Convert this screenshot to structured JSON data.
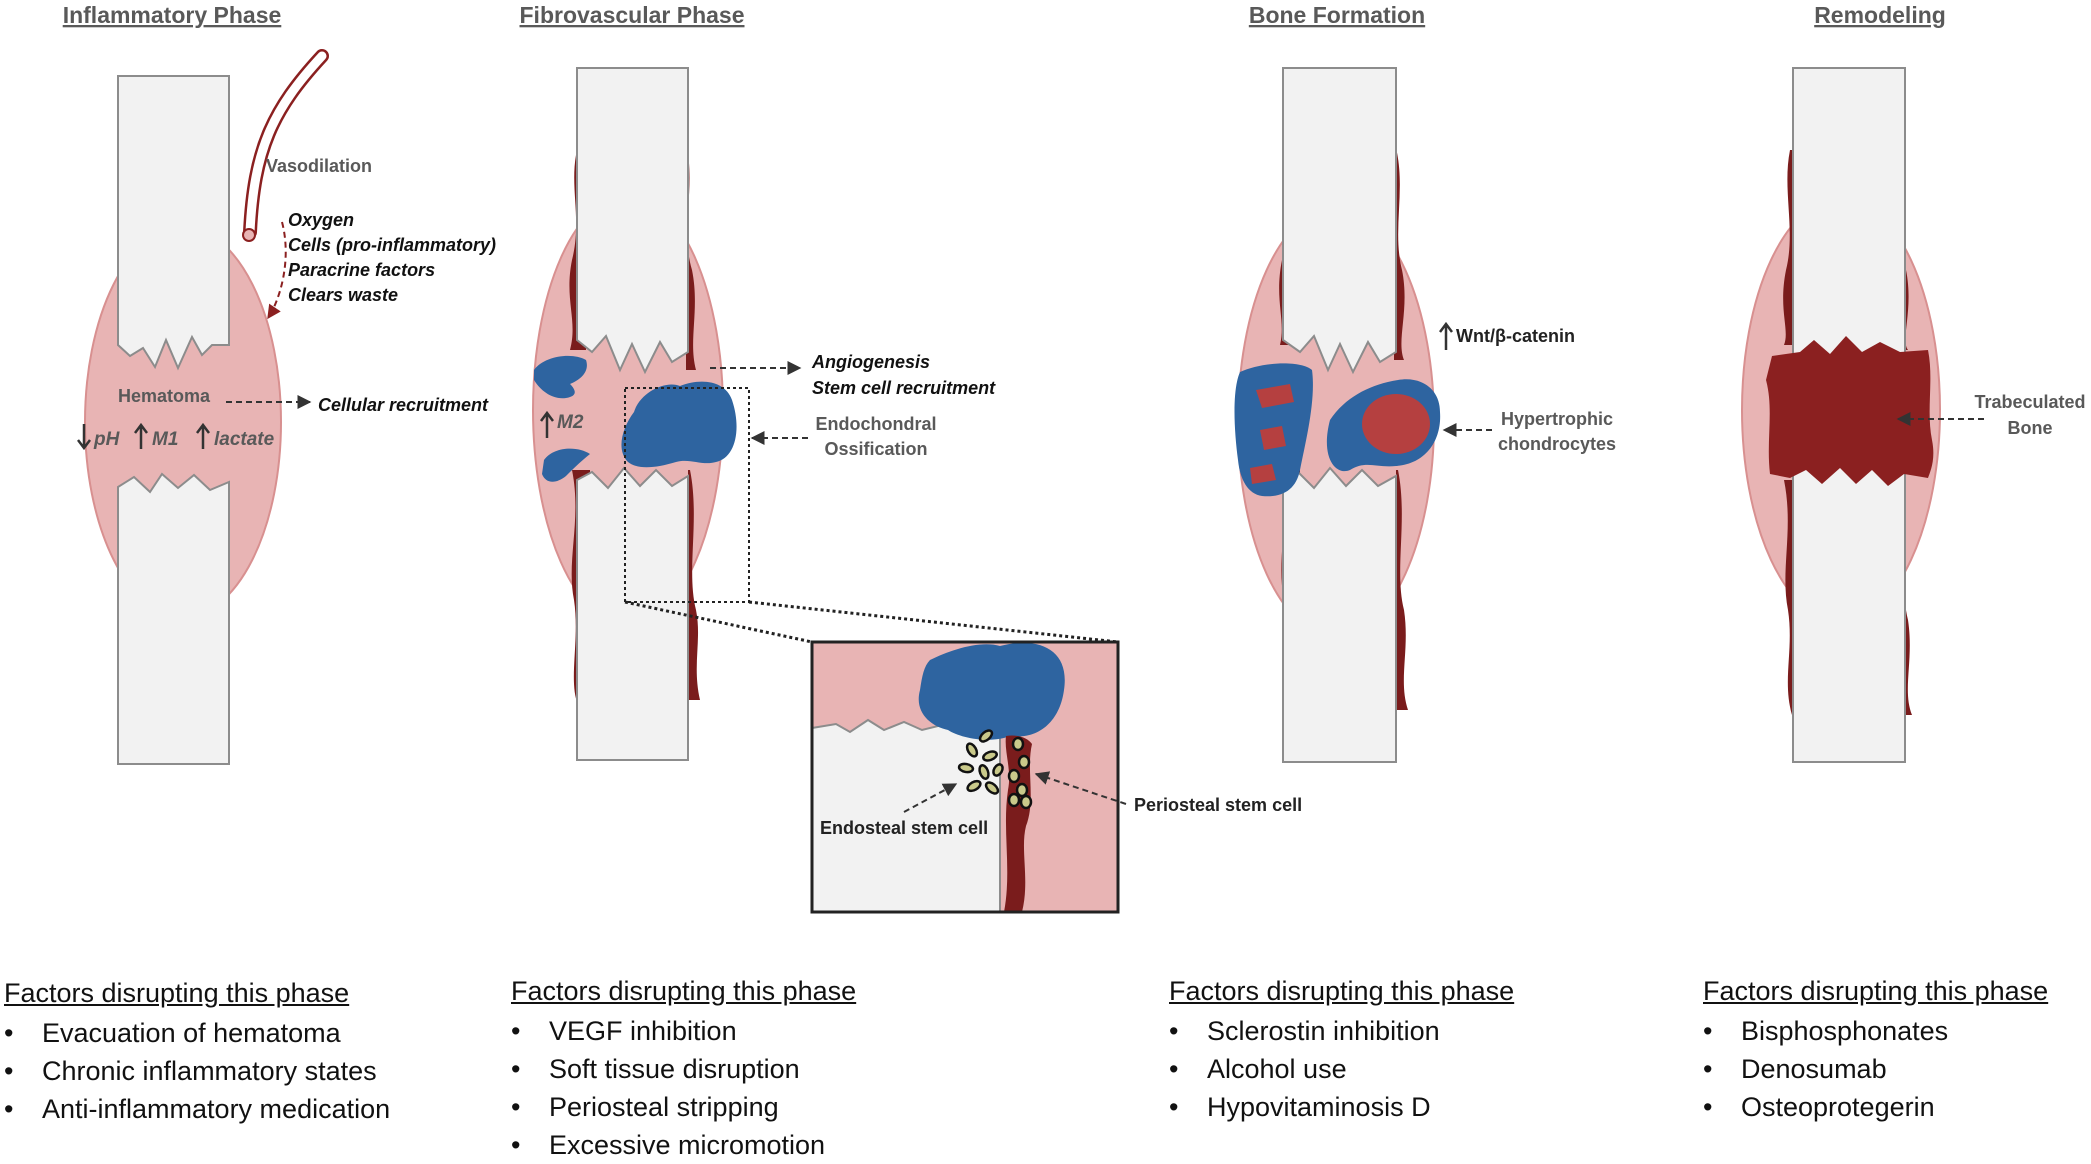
{
  "panels": [
    {
      "title": "Inflammatory Phase"
    },
    {
      "title": "Fibrovascular Phase"
    },
    {
      "title": "Bone Formation"
    },
    {
      "title": "Remodeling"
    }
  ],
  "inflammatory": {
    "vasodilation": "Vasodilation",
    "effects": [
      "Oxygen",
      "Cells (pro-inflammatory)",
      "Paracrine factors",
      "Clears waste"
    ],
    "hematoma": "Hematoma",
    "cellular_recruitment": "Cellular recruitment",
    "ph": "pH",
    "m1": "M1",
    "lactate": "lactate"
  },
  "fibrovascular": {
    "m2": "M2",
    "angiogenesis": "Angiogenesis",
    "stem_cell_recruitment": "Stem cell recruitment",
    "endochondral_line1": "Endochondral",
    "endochondral_line2": "Ossification",
    "endosteal": "Endosteal stem cell",
    "periosteal": "Periosteal stem cell"
  },
  "bone_formation": {
    "wnt": "Wnt/β-catenin",
    "hypertrophic_line1": "Hypertrophic",
    "hypertrophic_line2": "chondrocytes"
  },
  "remodeling": {
    "trabeculated_line1": "Trabeculated",
    "trabeculated_line2": "Bone"
  },
  "factors": [
    {
      "heading": "Factors disrupting this phase",
      "items": [
        "Evacuation of hematoma",
        "Chronic inflammatory states",
        "Anti-inflammatory medication"
      ]
    },
    {
      "heading": "Factors disrupting this phase",
      "items": [
        "VEGF inhibition",
        "Soft tissue disruption",
        "Periosteal stripping",
        "Excessive micromotion"
      ]
    },
    {
      "heading": "Factors disrupting this phase",
      "items": [
        "Sclerostin inhibition",
        "Alcohol use",
        "Hypovitaminosis D"
      ]
    },
    {
      "heading": "Factors disrupting this phase",
      "items": [
        "Bisphosphonates",
        "Denosumab",
        "Osteoprotegerin"
      ]
    }
  ],
  "colors": {
    "hematoma": "#e8b4b4",
    "periosteum": "#7a1c1c",
    "cartilage": "#2e64a0",
    "bone": "#f2f2f2"
  }
}
